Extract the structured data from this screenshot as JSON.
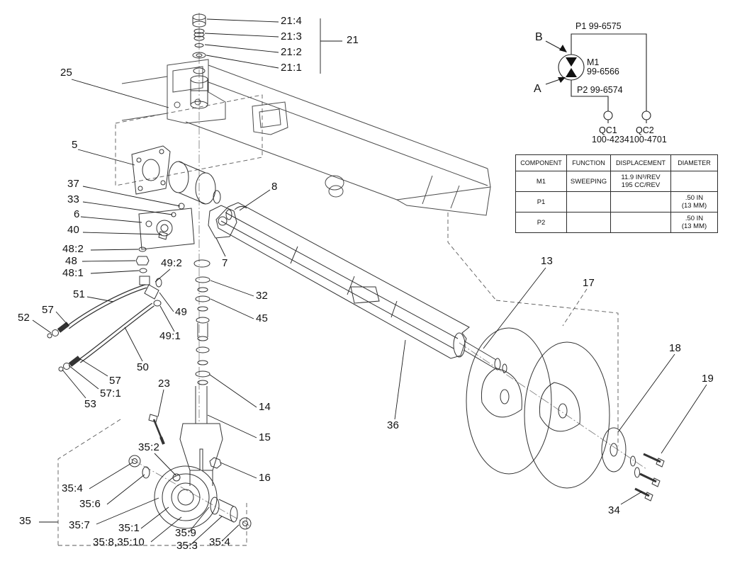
{
  "drawing": {
    "callouts": [
      {
        "label": "21:4"
      },
      {
        "label": "21:3"
      },
      {
        "label": "21:2"
      },
      {
        "label": "21:1"
      },
      {
        "label": "21"
      },
      {
        "label": "25"
      },
      {
        "label": "5"
      },
      {
        "label": "37"
      },
      {
        "label": "33"
      },
      {
        "label": "6"
      },
      {
        "label": "40"
      },
      {
        "label": "48:2"
      },
      {
        "label": "48"
      },
      {
        "label": "48:1"
      },
      {
        "label": "51"
      },
      {
        "label": "57"
      },
      {
        "label": "52"
      },
      {
        "label": "49:2"
      },
      {
        "label": "49"
      },
      {
        "label": "49:1"
      },
      {
        "label": "50"
      },
      {
        "label": "57"
      },
      {
        "label": "57:1"
      },
      {
        "label": "53"
      },
      {
        "label": "23"
      },
      {
        "label": "7"
      },
      {
        "label": "8"
      },
      {
        "label": "32"
      },
      {
        "label": "45"
      },
      {
        "label": "14"
      },
      {
        "label": "15"
      },
      {
        "label": "16"
      },
      {
        "label": "36"
      },
      {
        "label": "13"
      },
      {
        "label": "17"
      },
      {
        "label": "18"
      },
      {
        "label": "19"
      },
      {
        "label": "34"
      },
      {
        "label": "35:2"
      },
      {
        "label": "35:4"
      },
      {
        "label": "35:6"
      },
      {
        "label": "35:7"
      },
      {
        "label": "35"
      },
      {
        "label": "35:1"
      },
      {
        "label": "35:8,35:10"
      },
      {
        "label": "35:9"
      },
      {
        "label": "35:3"
      },
      {
        "label": "35:4"
      }
    ]
  },
  "schematic": {
    "port_b_label": "B",
    "port_a_label": "A",
    "line_p1_label": "P1 99-6575",
    "motor_label": "M1",
    "motor_part_number": "99-6566",
    "line_p2_label": "P2 99-6574",
    "qc1_label": "QC1",
    "qc1_part_number": "100-4234",
    "qc2_label": "QC2",
    "qc2_part_number": "100-4701"
  },
  "table": {
    "headers": [
      "COMPONENT",
      "FUNCTION",
      "DISPLACEMENT",
      "DIAMETER"
    ],
    "rows": [
      {
        "component": "M1",
        "function": "SWEEPING",
        "displacement": "11.9 IN³/REV\n195 CC/REV",
        "diameter": ""
      },
      {
        "component": "P1",
        "function": "",
        "displacement": "",
        "diameter": ".50 IN\n(13 MM)"
      },
      {
        "component": "P2",
        "function": "",
        "displacement": "",
        "diameter": ".50 IN\n(13 MM)"
      }
    ]
  }
}
